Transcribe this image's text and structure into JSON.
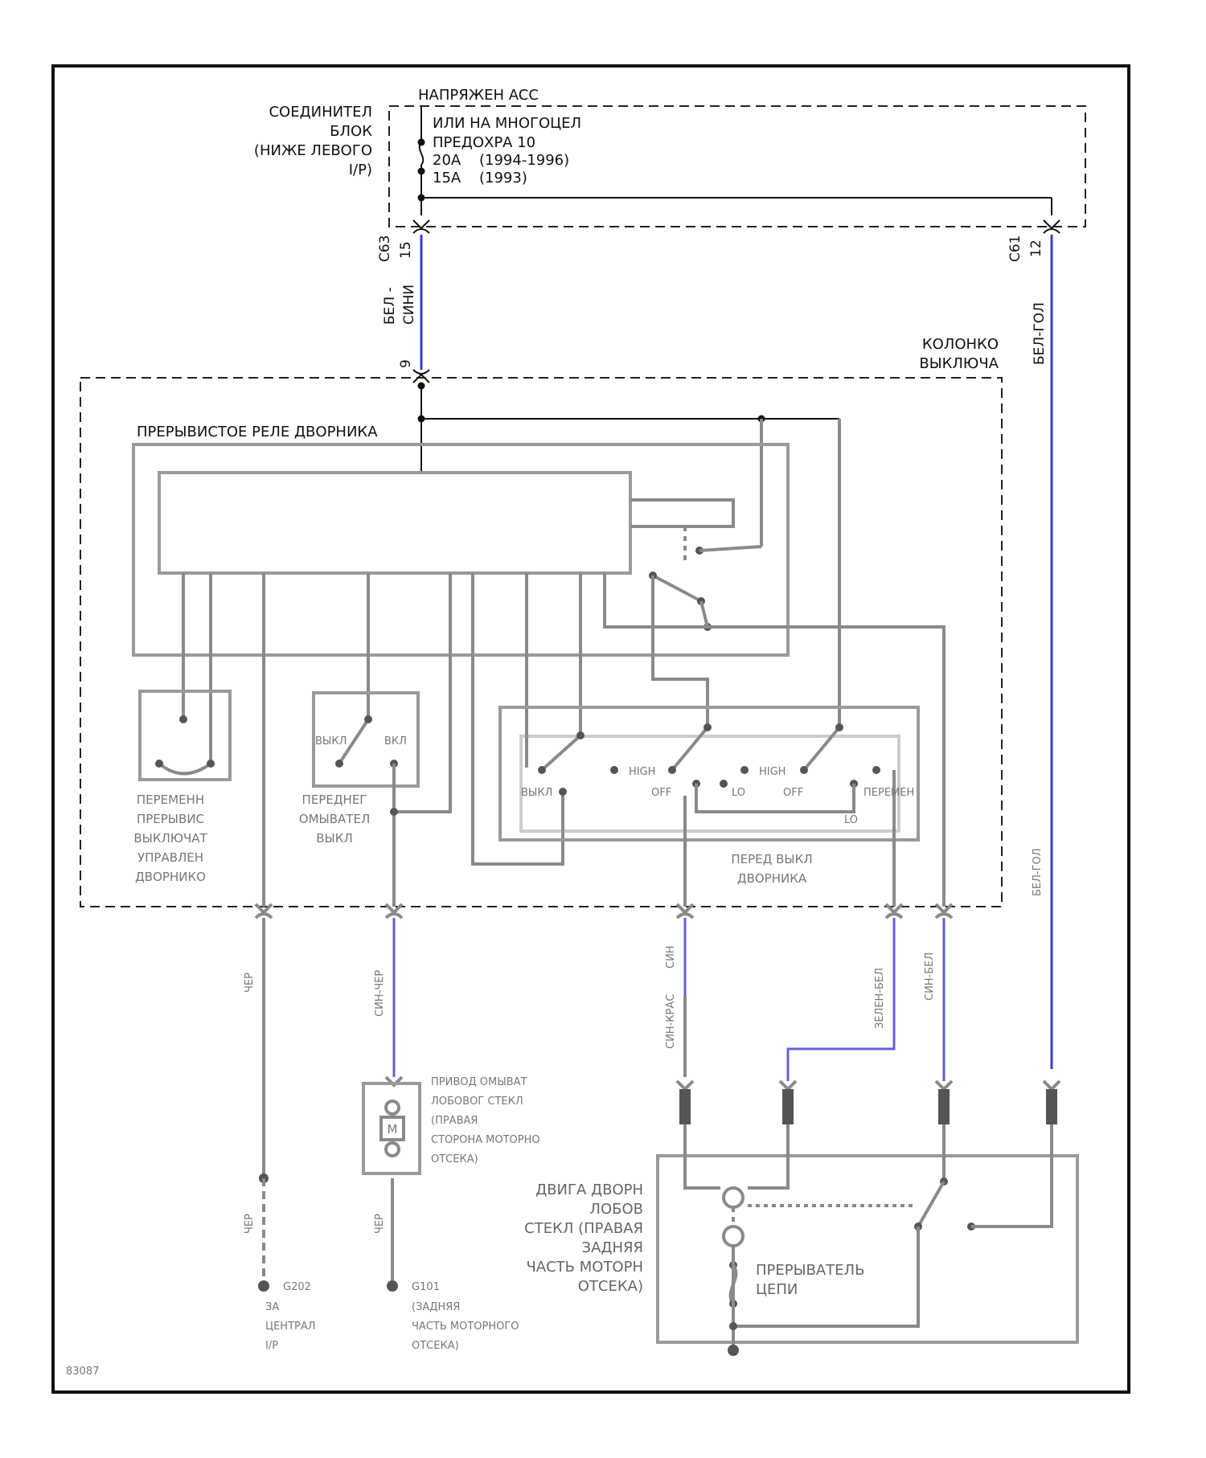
{
  "labels": {
    "connector_block": [
      "СОЕДИНИТЕЛ",
      "БЛОК",
      "(НИЖЕ ЛЕВОГО",
      "I/P)"
    ],
    "power": "НАПРЯЖЕН ACC",
    "fuse_lines": [
      "ИЛИ НА МНОГОЦЕЛ",
      "ПРЕДОХРА 10"
    ],
    "fuse_20a": "20A",
    "fuse_20a_years": "(1994-1996)",
    "fuse_15a": "15A",
    "fuse_15a_years": "(1993)",
    "c63": "C63",
    "c63_pin": "15",
    "c61": "C61",
    "c61_pin": "12",
    "wire_left": [
      "БЕЛ -",
      "СИНИ"
    ],
    "wire_right": "БЕЛ-ГОЛ",
    "pin_9": "9",
    "column_switch": [
      "КОЛОНКО",
      "ВЫКЛЮЧА"
    ],
    "relay": "ПРЕРЫВИСТОЕ РЕЛЕ ДВОРНИКА"
  },
  "blurred_labels": {
    "intermittent_control": [
      "ПЕРЕМЕНН",
      "ПРЕРЫВИС",
      "ВЫКЛЮЧАТ",
      "УПРАВЛЕН",
      "ДВОРНИКО"
    ],
    "washer_switch": [
      "ПЕРЕДНЕГ",
      "ОМЫВАТЕЛ",
      "ВЫКЛ"
    ],
    "washer_positions": [
      "ВЫКЛ",
      "ВКЛ"
    ],
    "wiper_switch": [
      "ПЕРЕД ВЫКЛ",
      "ДВОРНИКА"
    ],
    "switch_positions": [
      "ВЫКЛ",
      "OFF",
      "LO",
      "OFF",
      "HIGH",
      "LO",
      "HIGH",
      "ПЕРЕМЕН"
    ],
    "washer_motor": [
      "ПРИВОД ОМЫВАТ",
      "ЛОБОВОГ СТЕКЛ",
      "(ПРАВАЯ",
      "СТОРОНА МОТОРНО",
      "ОТСЕКА)"
    ],
    "motor_symbol": "M",
    "wiper_motor": [
      "ДВИГА ДВОРН",
      "ЛОБОВ",
      "СТЕКЛ (ПРАВАЯ",
      "ЗАДНЯЯ",
      "ЧАСТЬ МОТОРН",
      "ОТСЕКА)"
    ],
    "breaker": [
      "ПРЕРЫВАТЕЛЬ",
      "ЦЕПИ"
    ],
    "ground_g202": [
      "G202",
      "ЗА",
      "ЦЕНТРАЛ",
      "I/P"
    ],
    "ground_g101": [
      "G101",
      "(ЗАДНЯЯ",
      "ЧАСТЬ МОТОРНОГО",
      "ОТСЕКА)"
    ],
    "wire_codes": [
      "ЧЕР",
      "СИН-ЧЕР",
      "СИН",
      "СИН-КРАС",
      "ЗЕЛЕН-БЕЛ",
      "СИН-БЕЛ",
      "ЧЕР",
      "ЧЕР",
      "БЕЛ-ГОЛ"
    ],
    "diagram_code": "83087"
  },
  "colors": {
    "frame": "#111111",
    "wire_blue": "#3a3ad0",
    "blurred_wire": "#8a8a8a"
  }
}
